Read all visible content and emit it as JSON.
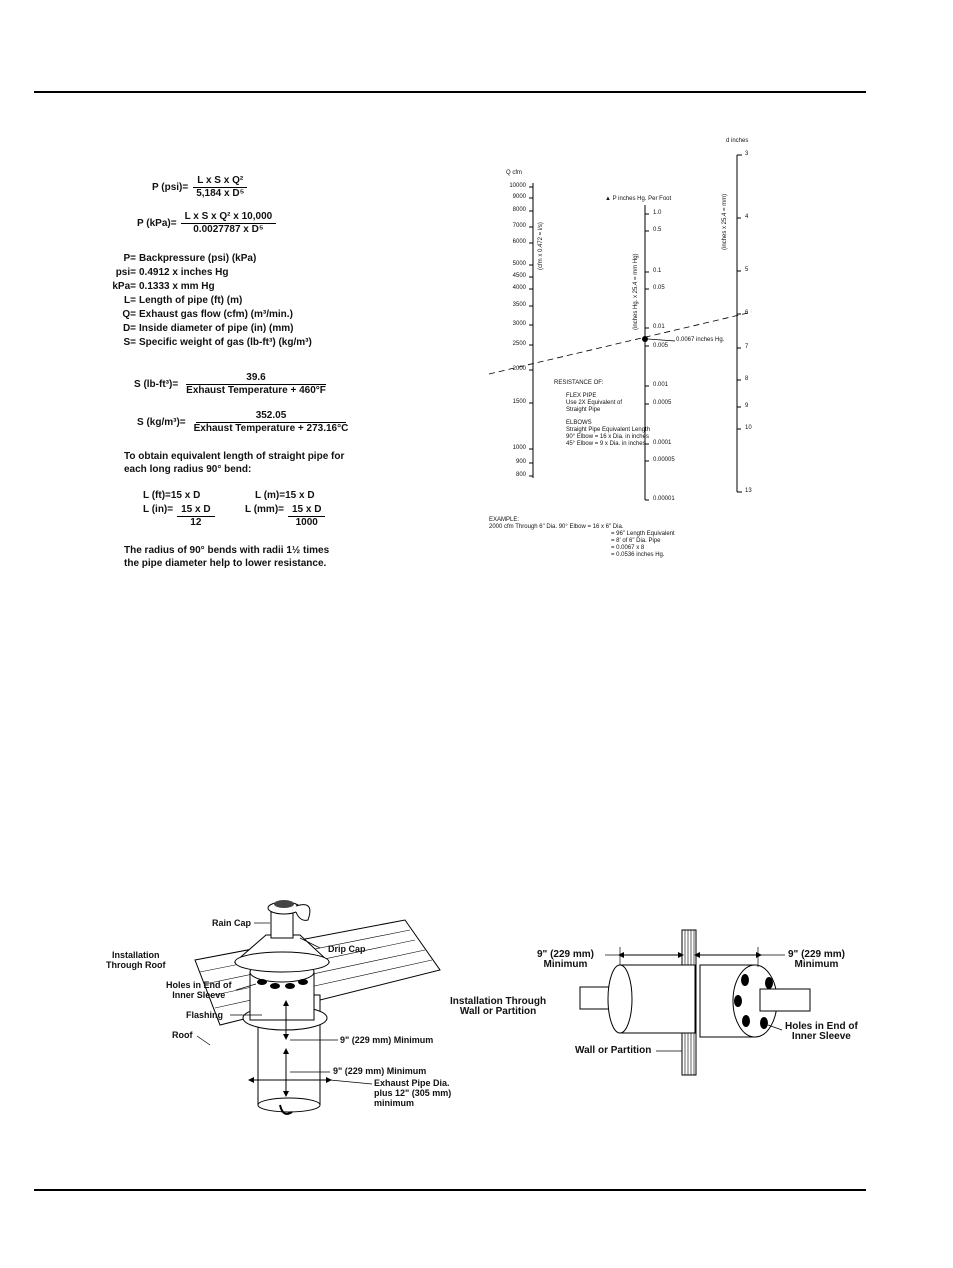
{
  "formulas": {
    "p_psi": {
      "lhs": "P (psi)=",
      "num": "L x S x Q²",
      "den": "5,184 x D⁵"
    },
    "p_kpa": {
      "lhs": "P (kPa)=",
      "num": "L x S x Q² x 10,000",
      "den": "0.0027787 x D⁵"
    },
    "definitions": [
      {
        "k": "P=",
        "v": "Backpressure (psi) (kPa)"
      },
      {
        "k": "psi=",
        "v": "0.4912 x inches Hg"
      },
      {
        "k": "kPa=",
        "v": "0.1333 x mm Hg"
      },
      {
        "k": "L=",
        "v": "Length of pipe (ft) (m)"
      },
      {
        "k": "Q=",
        "v": "Exhaust gas flow (cfm) (m³/min.)"
      },
      {
        "k": "D=",
        "v": "Inside diameter of pipe (in) (mm)"
      },
      {
        "k": "S=",
        "v": "Specific weight of gas (lb-ft³) (kg/m³)"
      }
    ],
    "s_lb": {
      "lhs": "S (lb-ft³)=",
      "num": "39.6",
      "den": "Exhaust Temperature + 460°F"
    },
    "s_kg": {
      "lhs": "S (kg/m³)=",
      "num": "352.05",
      "den": "Exhaust Temperature + 273.16°C"
    },
    "bend_intro_1": "To obtain equivalent length of straight pipe for",
    "bend_intro_2": "each long radius 90° bend:",
    "l_ft": "L (ft)=15 x D",
    "l_m": "L (m)=15 x D",
    "l_in_lhs": "L (in)=",
    "l_in_num": "15 x D",
    "l_in_den": "12",
    "l_mm_lhs": "L (mm)=",
    "l_mm_num": "15 x D",
    "l_mm_den": "1000",
    "radius_note_1": "The radius of 90° bends with radii 1½ times",
    "radius_note_2": "the pipe diameter help to lower resistance."
  },
  "nomograph": {
    "q_title": "Q cfm",
    "d_title": "d inches",
    "p_title": "▲ P inches Hg. Per Foot",
    "q_side": "(cfm x 0.472 = l/s)",
    "p_side": "(inches Hg. x 25.4 = mm Hg)",
    "d_side": "(inches x 25.4 = mm)",
    "q_ticks": [
      "10000",
      "9000",
      "8000",
      "7000",
      "6000",
      "5000",
      "4500",
      "4000",
      "3500",
      "3000",
      "2500",
      "2000",
      "1500",
      "1000",
      "900",
      "800"
    ],
    "p_ticks": [
      "1.0",
      "0.5",
      "0.1",
      "0.05",
      "0.01",
      "0.005",
      "0.001",
      "0.0005",
      "0.0001",
      "0.00005",
      "0.00001"
    ],
    "d_ticks": [
      "3",
      "4",
      "5",
      "6",
      "7",
      "8",
      "9",
      "10",
      "13"
    ],
    "marker_label": "0.0067 inches Hg.",
    "resistance_title": "RESISTANCE OF:",
    "flex_title": "FLEX PIPE",
    "flex_1": "Use 2X Equivalent of",
    "flex_2": "Straight Pipe",
    "elbows_title": "ELBOWS",
    "elbows_1": "Straight Pipe Equivalent Length",
    "elbows_2": "90° Elbow = 16 x Dia. in inches",
    "elbows_3": "45° Elbow = 9 x Dia. in inches",
    "example_title": "EXAMPLE:",
    "example_lines": [
      "2000 cfm Through 6\" Dia. 90° Elbow  =  16 x 6\" Dia.",
      "=  96\" Length Equivalent",
      "=  8' of 6\" Dia. Pipe",
      "=  0.0067 x 8",
      "=  0.0536 inches Hg."
    ]
  },
  "roof": {
    "rain_cap": "Rain Cap",
    "drip_cap": "Drip Cap",
    "install_1": "Installation",
    "install_2": "Through Roof",
    "holes_1": "Holes in End of",
    "holes_2": "Inner Sleeve",
    "flashing": "Flashing",
    "roof": "Roof",
    "min_1": "9\" (229 mm) Minimum",
    "min_2": "9\" (229 mm) Minimum",
    "exhaust_1": "Exhaust Pipe Dia.",
    "exhaust_2": "plus 12\" (305 mm)",
    "exhaust_3": "minimum"
  },
  "wall": {
    "left_1": "9\" (229 mm)",
    "left_2": "Minimum",
    "right_1": "9\" (229 mm)",
    "right_2": "Minimum",
    "install_1": "Installation Through",
    "install_2": "Wall or Partition",
    "partition": "Wall or Partition",
    "holes_1": "Holes in End of",
    "holes_2": "Inner Sleeve"
  }
}
